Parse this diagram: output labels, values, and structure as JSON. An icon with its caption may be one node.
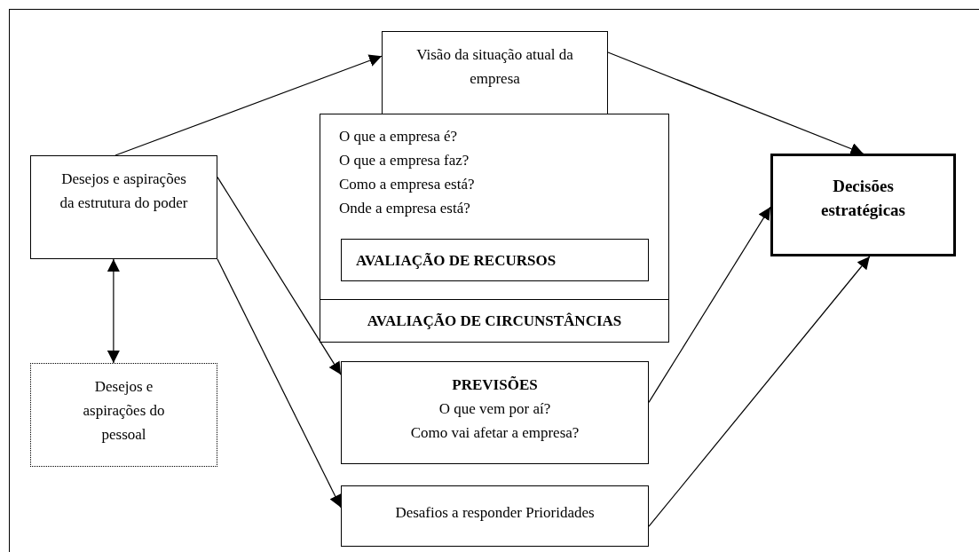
{
  "diagram": {
    "nodes": [
      {
        "text": [
          "Visão da situação atual da empresa"
        ]
      },
      {
        "text": [
          "O que a empresa é?",
          "O que a empresa faz?",
          "Como a empresa está?",
          "Onde a empresa está?"
        ]
      },
      {
        "text": [
          "AVALIAÇÃO DE RECURSOS"
        ],
        "in": 1
      },
      {
        "text": [
          "AVALIAÇÃO DE CIRCUNSTÂNCIAS"
        ],
        "in": 1
      },
      {
        "text": [
          "Desejos e aspirações da estrutura do poder"
        ]
      },
      {
        "text": [
          "Desejos e aspirações do pessoal"
        ]
      },
      {
        "text": [
          "PREVISÕES",
          "O que vem por aí?",
          "Como vai afetar a empresa?"
        ]
      },
      {
        "text": [
          "Desafios a responder Prioridades"
        ]
      },
      {
        "text": [
          "Decisões estratégicas"
        ]
      }
    ],
    "edges": [
      {
        "from": 4,
        "to": 0,
        "arrow": "to"
      },
      {
        "from": 0,
        "to": 8,
        "arrow": "to"
      },
      {
        "from": 4,
        "to": 5,
        "arrow": "both"
      },
      {
        "from": 4,
        "to": 6,
        "arrow": "to"
      },
      {
        "from": 4,
        "to": 7,
        "arrow": "to"
      },
      {
        "from": 6,
        "to": 8,
        "arrow": "to"
      },
      {
        "from": 7,
        "to": 8,
        "arrow": "to"
      }
    ]
  }
}
